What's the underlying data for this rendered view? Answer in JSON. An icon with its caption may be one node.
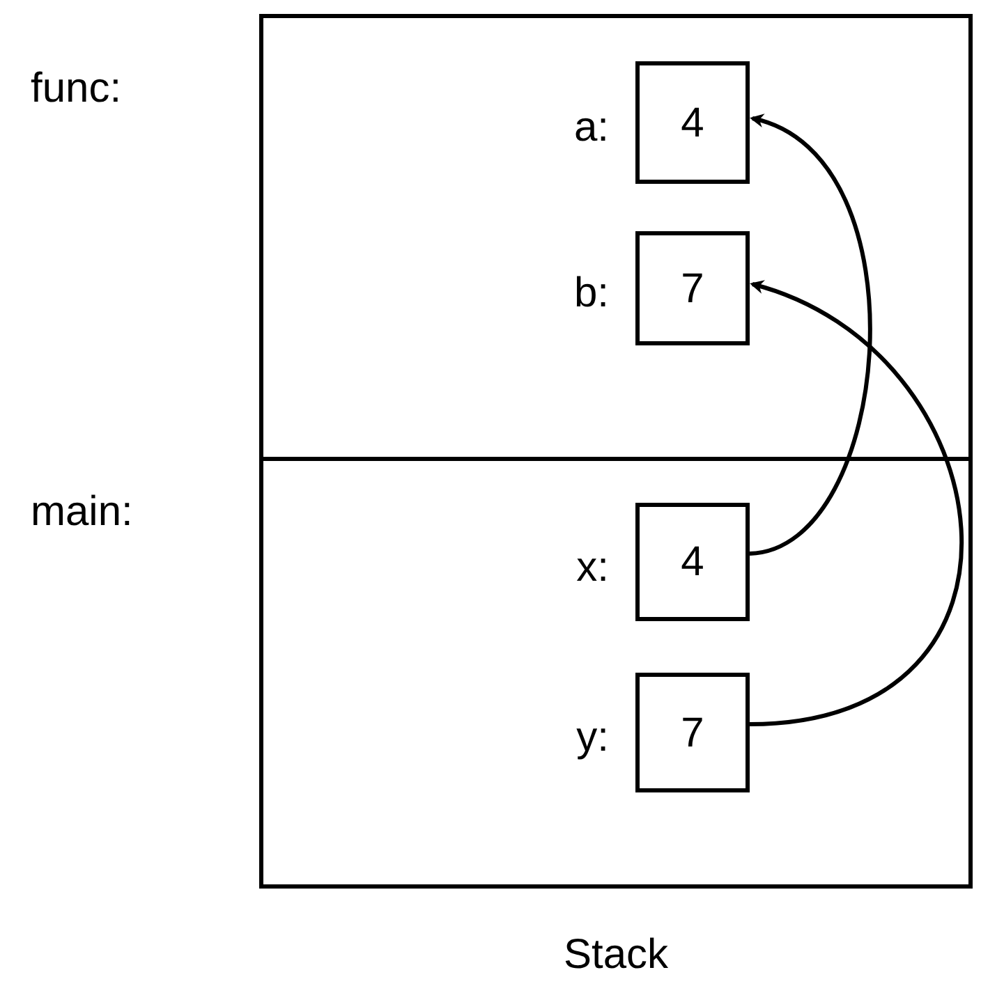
{
  "diagram": {
    "nodes": [
      {
        "text": [
          "Stack"
        ]
      },
      {
        "text": [
          "func:"
        ],
        "in": 0
      },
      {
        "text": [
          "main:"
        ],
        "in": 0
      },
      {
        "text": [
          "a:",
          "4"
        ],
        "in": 1
      },
      {
        "text": [
          "b:",
          "7"
        ],
        "in": 1
      },
      {
        "text": [
          "x:",
          "4"
        ],
        "in": 2
      },
      {
        "text": [
          "y:",
          "7"
        ],
        "in": 2
      }
    ],
    "edges": [
      {
        "from": 5,
        "to": 3,
        "arrow": "to"
      },
      {
        "from": 6,
        "to": 4,
        "arrow": "to"
      }
    ]
  }
}
